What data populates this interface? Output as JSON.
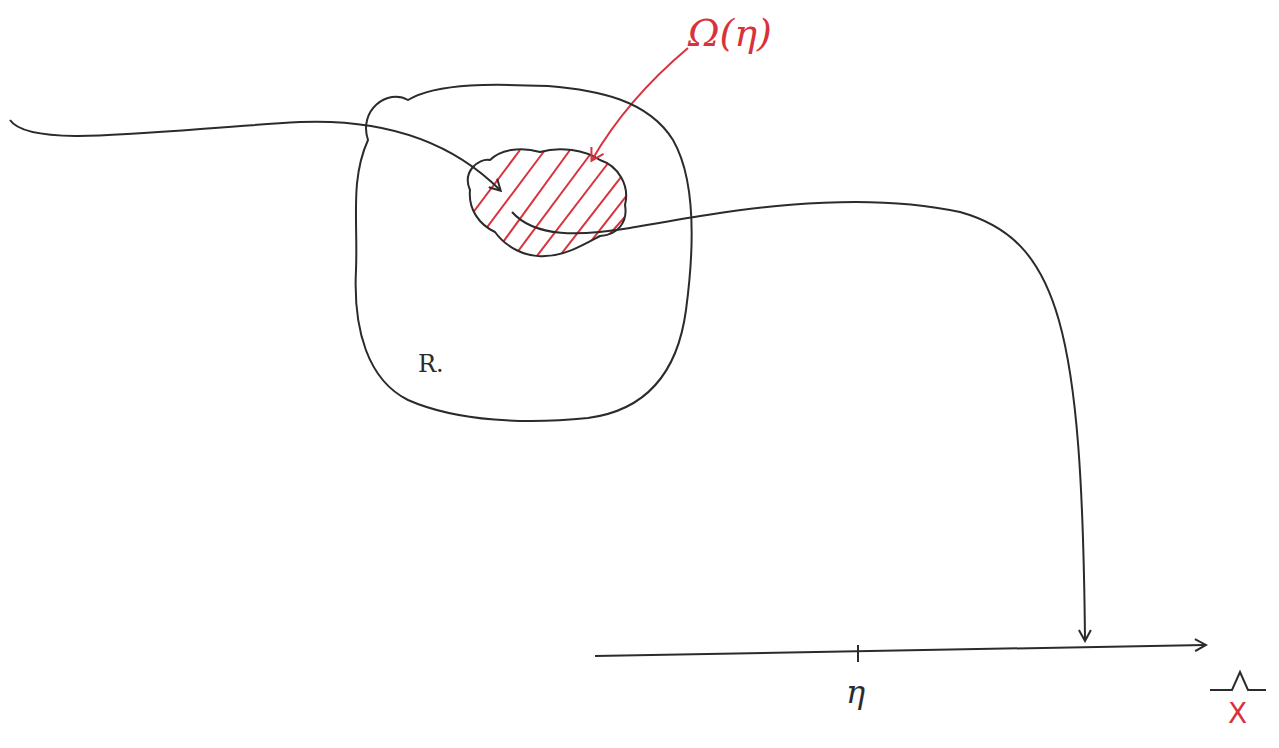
{
  "diagram": {
    "nodes": [
      {
        "text": [
          "R."
        ]
      }
    ],
    "labels": [
      "Ω(η)",
      "η",
      "X"
    ]
  }
}
